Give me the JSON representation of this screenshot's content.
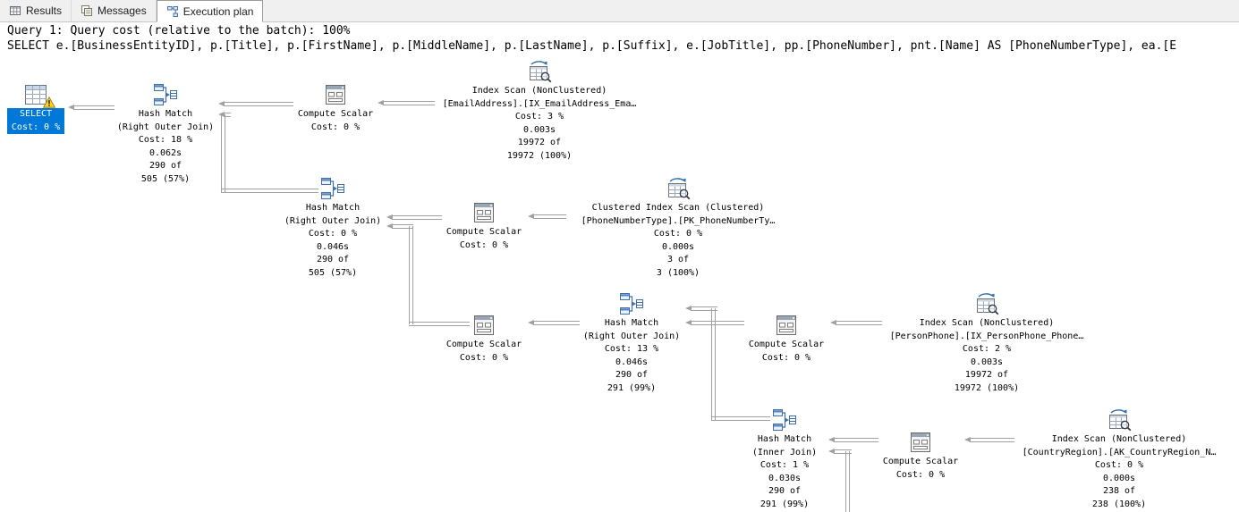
{
  "tabs": {
    "items": [
      {
        "label": "Results"
      },
      {
        "label": "Messages"
      },
      {
        "label": "Execution plan",
        "active": true
      }
    ]
  },
  "query": {
    "cost_line": "Query 1: Query cost (relative to the batch): 100%",
    "sql_line": "SELECT e.[BusinessEntityID], p.[Title], p.[FirstName], p.[MiddleName], p.[LastName], p.[Suffix], e.[JobTitle], pp.[PhoneNumber], pnt.[Name] AS [PhoneNumberType], ea.[E"
  },
  "plan": {
    "nodes": [
      {
        "op": "Select",
        "selected": true,
        "warning": true,
        "lines": [
          "SELECT",
          "Cost: 0 %"
        ]
      },
      {
        "op": "Hash Match",
        "lines": [
          "Hash Match",
          "(Right Outer Join)",
          "Cost: 18 %",
          "0.062s",
          "290 of",
          "505 (57%)"
        ]
      },
      {
        "op": "Compute Scalar",
        "lines": [
          "Compute Scalar",
          "Cost: 0 %"
        ]
      },
      {
        "op": "Index Scan",
        "lines": [
          "Index Scan (NonClustered)",
          "[EmailAddress].[IX_EmailAddress_Ema…",
          "Cost: 3 %",
          "0.003s",
          "19972 of",
          "19972 (100%)"
        ]
      },
      {
        "op": "Hash Match",
        "lines": [
          "Hash Match",
          "(Right Outer Join)",
          "Cost: 0 %",
          "0.046s",
          "290 of",
          "505 (57%)"
        ]
      },
      {
        "op": "Compute Scalar",
        "lines": [
          "Compute Scalar",
          "Cost: 0 %"
        ]
      },
      {
        "op": "Clustered Index Scan",
        "lines": [
          "Clustered Index Scan (Clustered)",
          "[PhoneNumberType].[PK_PhoneNumberTy…",
          "Cost: 0 %",
          "0.000s",
          "3 of",
          "3 (100%)"
        ]
      },
      {
        "op": "Compute Scalar",
        "lines": [
          "Compute Scalar",
          "Cost: 0 %"
        ]
      },
      {
        "op": "Hash Match",
        "lines": [
          "Hash Match",
          "(Right Outer Join)",
          "Cost: 13 %",
          "0.046s",
          "290 of",
          "291 (99%)"
        ]
      },
      {
        "op": "Compute Scalar",
        "lines": [
          "Compute Scalar",
          "Cost: 0 %"
        ]
      },
      {
        "op": "Index Scan",
        "lines": [
          "Index Scan (NonClustered)",
          "[PersonPhone].[IX_PersonPhone_Phone…",
          "Cost: 2 %",
          "0.003s",
          "19972 of",
          "19972 (100%)"
        ]
      },
      {
        "op": "Hash Match",
        "lines": [
          "Hash Match",
          "(Inner Join)",
          "Cost: 1 %",
          "0.030s",
          "290 of",
          "291 (99%)"
        ]
      },
      {
        "op": "Compute Scalar",
        "lines": [
          "Compute Scalar",
          "Cost: 0 %"
        ]
      },
      {
        "op": "Index Scan",
        "lines": [
          "Index Scan (NonClustered)",
          "[CountryRegion].[AK_CountryRegion_N…",
          "Cost: 0 %",
          "0.000s",
          "238 of",
          "238 (100%)"
        ]
      }
    ]
  },
  "colors": {
    "selected_node_bg": "#0078d7",
    "selected_node_text": "#ffffff",
    "tabbar_bg": "#f0f0f0",
    "arrow_gray": "#a0a0a0",
    "warning_yellow": "#ffd21e"
  }
}
